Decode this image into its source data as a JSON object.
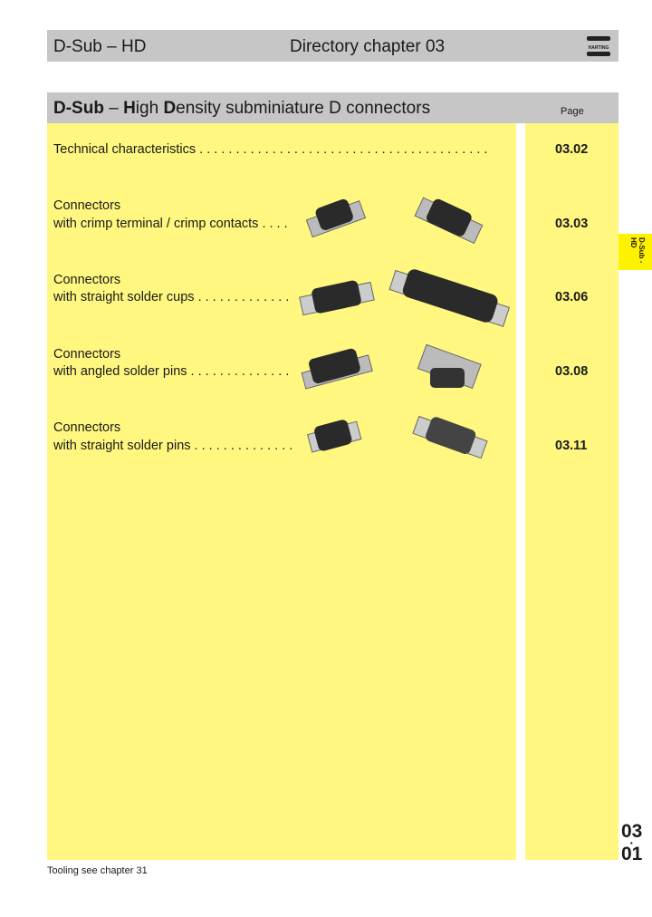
{
  "header": {
    "left": "D-Sub – HD",
    "center": "Directory chapter 03",
    "logo": "HARTING"
  },
  "section": {
    "title_b1": "D-Sub",
    "title_1": " – ",
    "title_b2": "H",
    "title_2": "igh ",
    "title_b3": "D",
    "title_3": "ensity subminiature D connectors",
    "page_label": "Page"
  },
  "items": [
    {
      "line1": "Technical characteristics . . . . . . . . . . . . . . . . . . . . . . . . . . . . . . . . . . . . . . . .",
      "line2": "",
      "page": "03.02"
    },
    {
      "line1": "Connectors",
      "line2": "with crimp terminal / crimp contacts  . . . .",
      "page": "03.03"
    },
    {
      "line1": "Connectors",
      "line2": "with straight solder cups  . . . . . . . . . . . . .",
      "page": "03.06"
    },
    {
      "line1": "Connectors",
      "line2": "with angled solder pins  . . . . . . . . . . . . . .",
      "page": "03.08"
    },
    {
      "line1": "Connectors",
      "line2": "with straight solder pins . . . . . . . . . . . . . .",
      "page": "03.11"
    }
  ],
  "side_tab": "D-Sub - HD",
  "page_number": {
    "chapter": "03",
    "dot": "·",
    "page": "01"
  },
  "footer": "Tooling see chapter 31"
}
